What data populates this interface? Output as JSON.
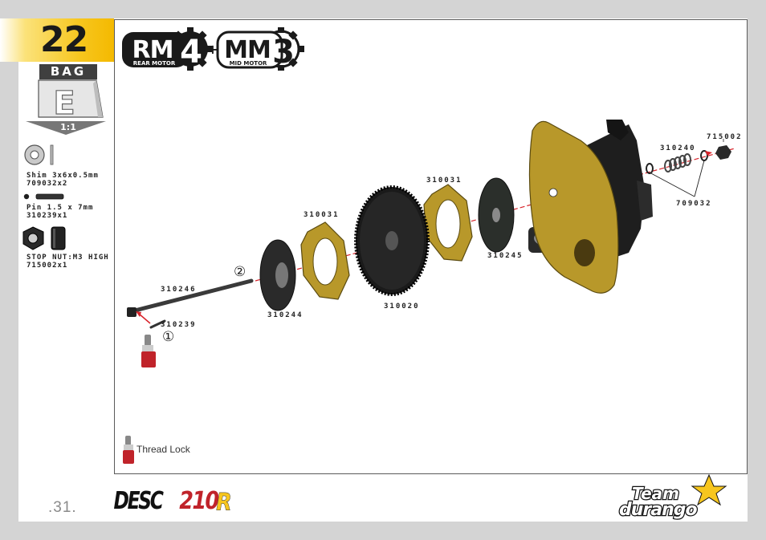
{
  "step": {
    "number": "22"
  },
  "bag": {
    "label": "BAG",
    "letter": "E",
    "scale": "1:1"
  },
  "parts": [
    {
      "name": "Shim 3x6x0.5mm",
      "code": "709032x2"
    },
    {
      "name": "Pin 1.5 x 7mm",
      "code": "310239x1"
    },
    {
      "name": "STOP NUT:M3 HIGH",
      "code": "715002x1"
    }
  ],
  "badges": {
    "rm4": {
      "main": "RM",
      "digit": "4",
      "sub": "REAR MOTOR"
    },
    "plus": "+",
    "mm3": {
      "main": "MM",
      "digit": "3",
      "sub": "MID MOTOR"
    }
  },
  "callouts": [
    {
      "id": "310246",
      "text": "310246"
    },
    {
      "id": "310239",
      "text": "310239"
    },
    {
      "id": "310244",
      "text": "310244"
    },
    {
      "id": "310031a",
      "text": "310031"
    },
    {
      "id": "310020",
      "text": "310020"
    },
    {
      "id": "310031b",
      "text": "310031"
    },
    {
      "id": "310245",
      "text": "310245"
    },
    {
      "id": "310240",
      "text": "310240"
    },
    {
      "id": "715002",
      "text": "715002"
    },
    {
      "id": "709032",
      "text": "709032"
    }
  ],
  "steps_marks": {
    "one": "①",
    "two": "②"
  },
  "legend": {
    "thread_lock": "Thread Lock"
  },
  "footer": {
    "page": ".31.",
    "product_logo": {
      "left": "DESC",
      "right": "210",
      "suffix": "R"
    },
    "brand_logo": {
      "line1": "Team",
      "line2": "durango"
    }
  },
  "colors": {
    "yellow": "#f7c61e",
    "red": "#d8232a",
    "brass": "#b8982a",
    "dark": "#1e1e1e"
  }
}
